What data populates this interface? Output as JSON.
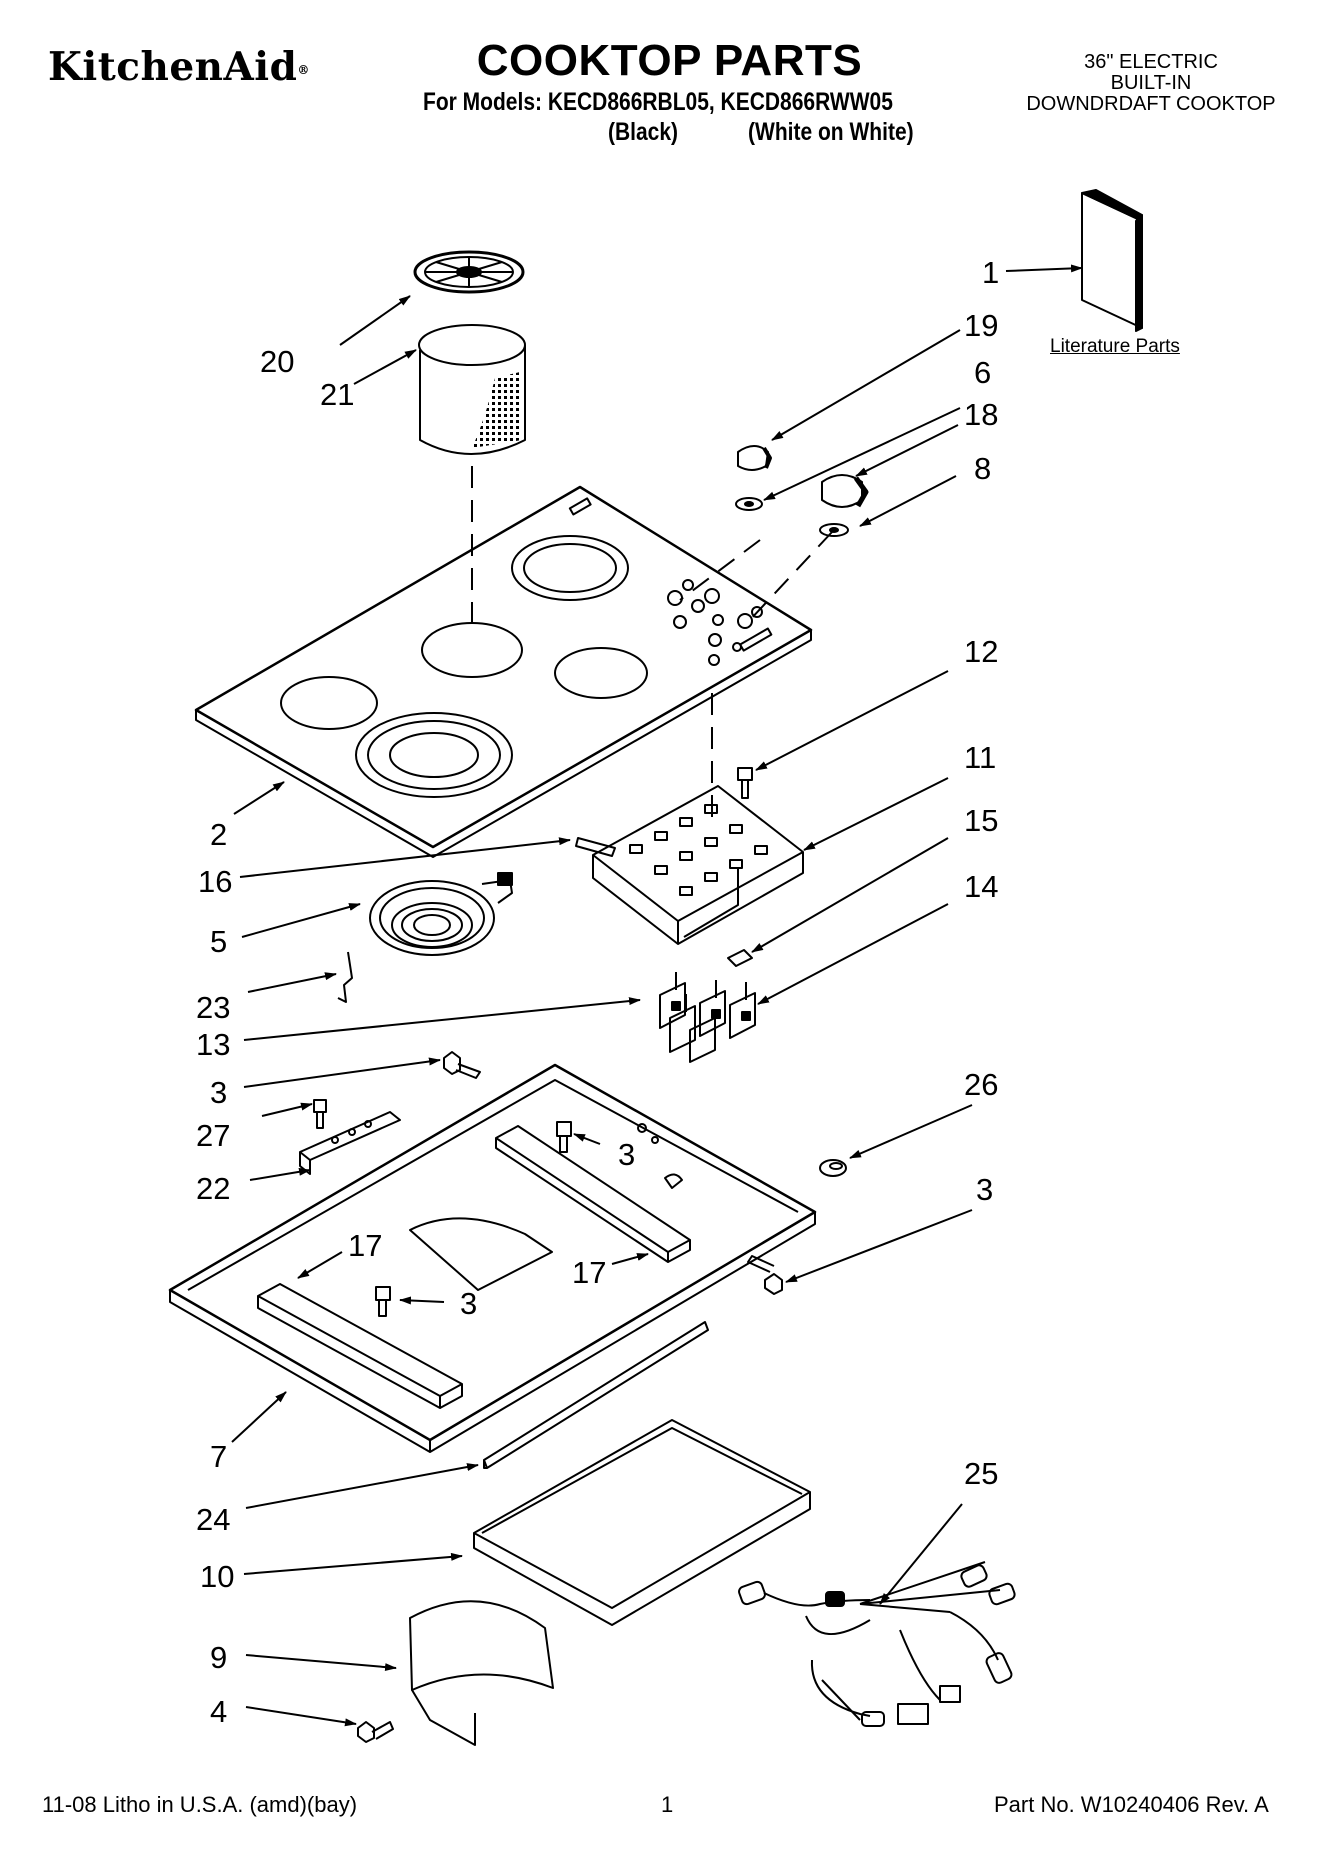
{
  "header": {
    "brand": "KitchenAid",
    "brand_mark": "®",
    "title": "COOKTOP PARTS",
    "models_line": "For Models: KECD866RBL05, KECD866RWW05",
    "variant_black": "(Black)",
    "variant_white": "(White on White)",
    "product_lines": [
      "36\" ELECTRIC",
      "BUILT-IN",
      "DOWNDRDAFT COOKTOP"
    ]
  },
  "literature_label": "Literature Parts",
  "callouts": {
    "c1": "1",
    "c19": "19",
    "c6": "6",
    "c18": "18",
    "c8": "8",
    "c20": "20",
    "c21": "21",
    "c12": "12",
    "c11": "11",
    "c15": "15",
    "c14": "14",
    "c2": "2",
    "c16": "16",
    "c5": "5",
    "c23": "23",
    "c13": "13",
    "c3a": "3",
    "c27": "27",
    "c22": "22",
    "c3b": "3",
    "c26": "26",
    "c3c": "3",
    "c17a": "17",
    "c17b": "17",
    "c3d": "3",
    "c7": "7",
    "c24": "24",
    "c25": "25",
    "c10": "10",
    "c9": "9",
    "c4": "4"
  },
  "footer": {
    "litho": "11-08 Litho in U.S.A. (amd)(bay)",
    "page": "1",
    "part_no": "Part No. W10240406 Rev. A"
  }
}
